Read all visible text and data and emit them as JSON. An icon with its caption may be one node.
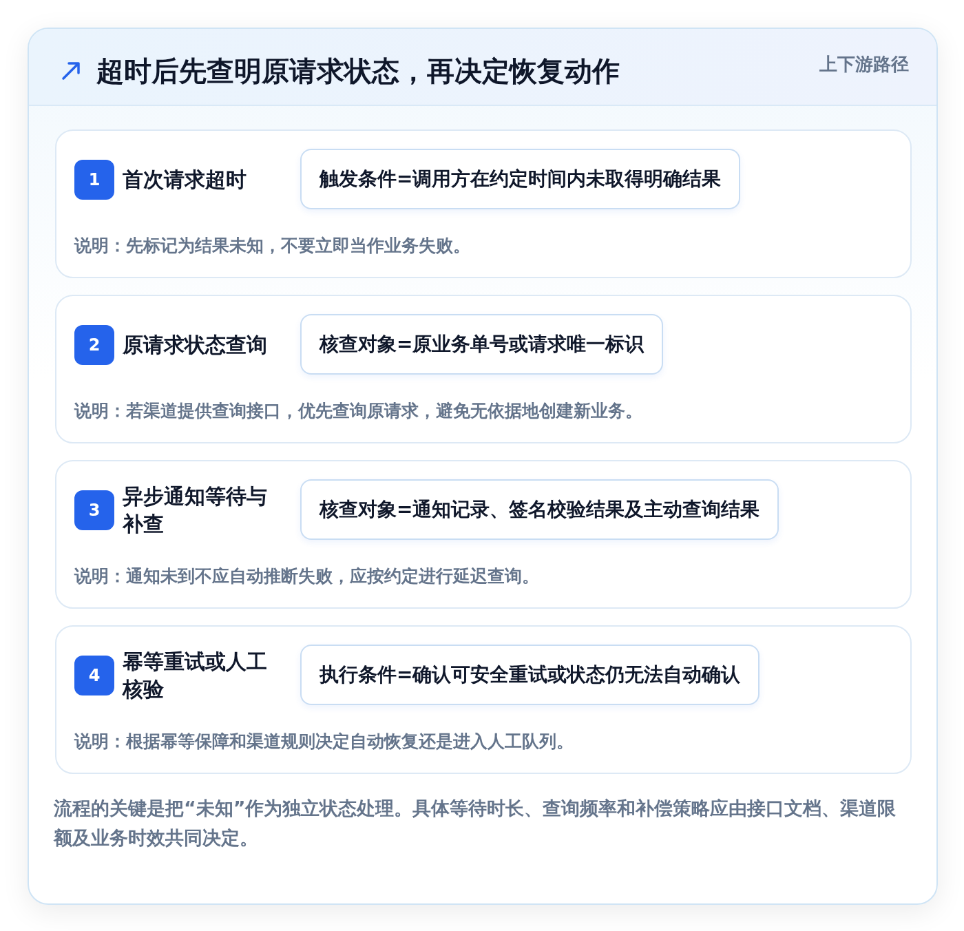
{
  "diagram": {
    "title": "超时后先查明原请求状态，再决定恢复动作",
    "nodes": [
      {
        "text": [
          "首次请求超时",
          "说明：先标记为结果未知，不要立即当作业务失败。"
        ]
      },
      {
        "text": [
          "1"
        ],
        "in": 0
      },
      {
        "text": [
          "触发条件=调用方在约定时间内未取得明确结果"
        ],
        "in": 0
      },
      {
        "text": [
          "原请求状态查询",
          "说明：若渠道提供查询接口，优先查询原请求，避免无依据地创建新业务。"
        ]
      },
      {
        "text": [
          "2"
        ],
        "in": 3
      },
      {
        "text": [
          "核查对象=原业务单号或请求唯一标识"
        ],
        "in": 3
      },
      {
        "text": [
          "异步通知等待与补查",
          "说明：通知未到不应自动推断失败，应按约定进行延迟查询。"
        ]
      },
      {
        "text": [
          "3"
        ],
        "in": 6
      },
      {
        "text": [
          "核查对象=通知记录、签名校验结果及主动查询结果"
        ],
        "in": 6
      },
      {
        "text": [
          "幂等重试或人工核验",
          "说明：根据幂等保障和渠道规则决定自动恢复还是进入人工队列。"
        ]
      },
      {
        "text": [
          "4"
        ],
        "in": 9
      },
      {
        "text": [
          "执行条件=确认可安全重试或状态仍无法自动确认"
        ],
        "in": 9
      }
    ],
    "edges": [],
    "labels": [
      "上下游路径"
    ],
    "caption": "流程的关键是把“未知”作为独立状态处理。具体等待时长、查询频率和补偿策略应由接口文档、渠道限额及业务时效共同决定。"
  }
}
